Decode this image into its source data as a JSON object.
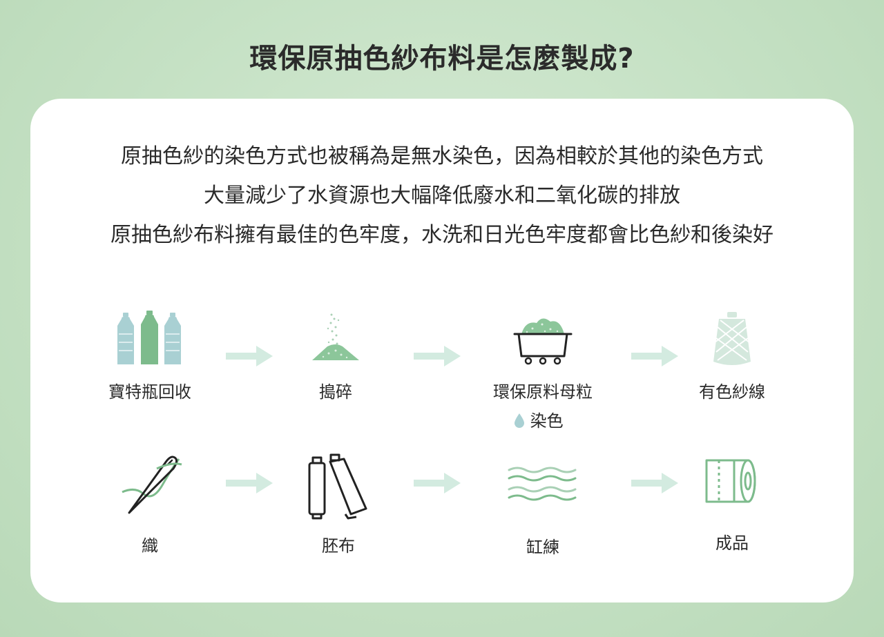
{
  "title": "環保原抽色紗布料是怎麼製成?",
  "description": [
    "原抽色紗的染色方式也被稱為是無水染色，因為相較於其他的染色方式",
    "大量減少了水資源也大幅降低廢水和二氧化碳的排放",
    "原抽色紗布料擁有最佳的色牢度，水洗和日光色牢度都會比色紗和後染好"
  ],
  "process_row_1": [
    {
      "label": "寶特瓶回收",
      "icon": "plastic-bottles-icon"
    },
    {
      "label": "搗碎",
      "icon": "crushed-pile-icon"
    },
    {
      "label": "環保原料母粒",
      "sublabel": "染色",
      "icon": "cart-with-pellets-icon",
      "sub_icon": "water-drop-icon"
    },
    {
      "label": "有色紗線",
      "icon": "yarn-spool-icon"
    }
  ],
  "process_row_2": [
    {
      "label": "織",
      "icon": "needle-thread-icon"
    },
    {
      "label": "胚布",
      "icon": "fabric-rolls-icon"
    },
    {
      "label": "缸練",
      "icon": "waves-icon"
    },
    {
      "label": "成品",
      "icon": "finished-roll-icon"
    }
  ],
  "colors": {
    "background": "#c5e1c4",
    "card": "#ffffff",
    "accent_green": "#7dbb8c",
    "bottle_blue": "#a9d0d3",
    "arrow": "#d3ebe0",
    "line_dark": "#222222"
  }
}
